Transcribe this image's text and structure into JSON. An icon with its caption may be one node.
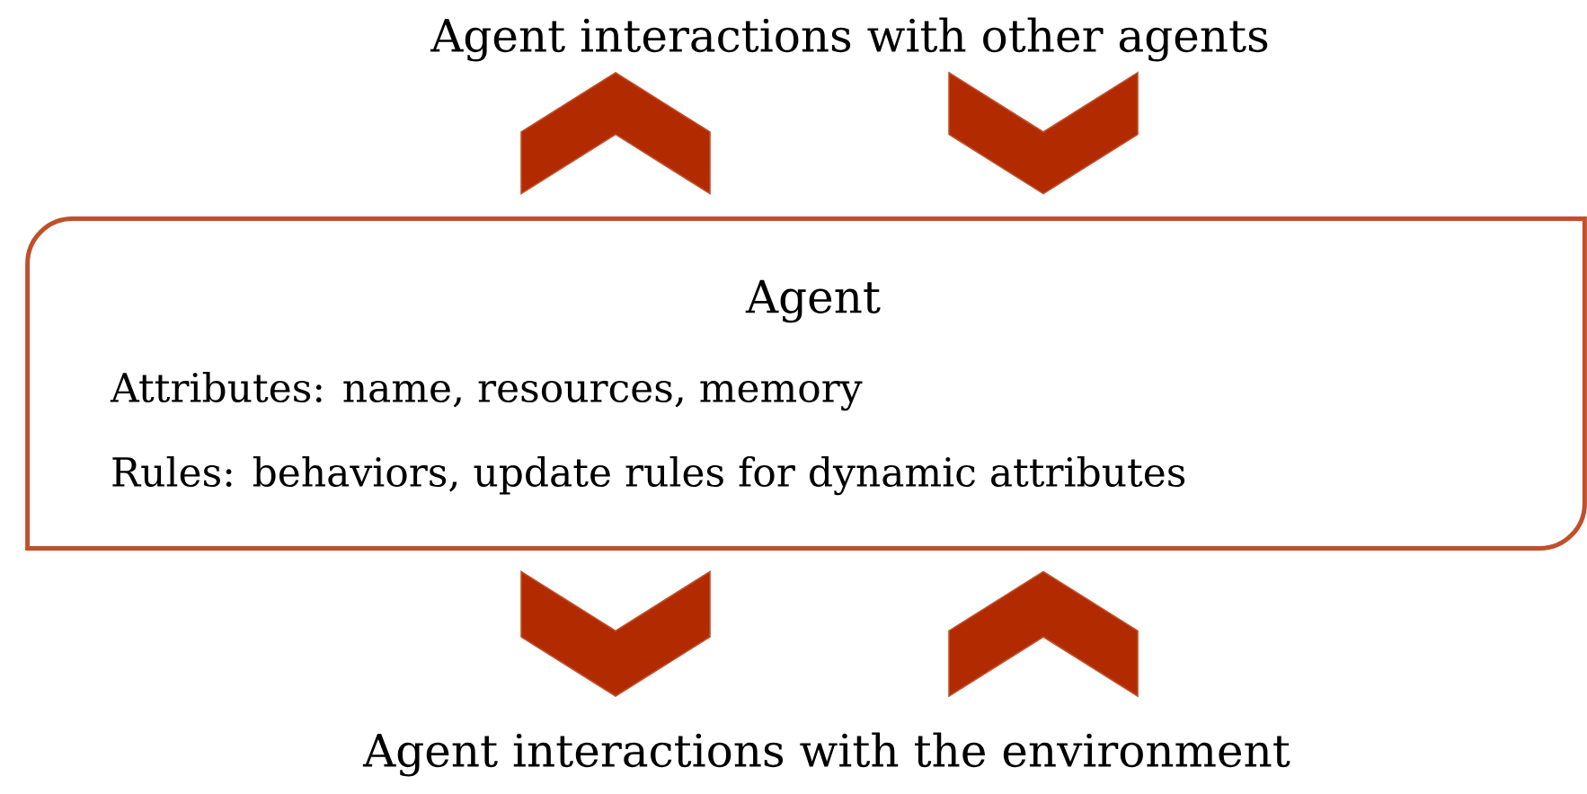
{
  "diagram": {
    "nodes": [
      {
        "text": [
          "Agent interactions with other agents"
        ]
      },
      {
        "text": [
          "Agent",
          "Attributes: name, resources, memory",
          "Rules: behaviors, update rules for dynamic attributes"
        ]
      },
      {
        "text": [
          "Agent interactions with the environment"
        ]
      }
    ],
    "edges": [
      {
        "from": 1,
        "to": 0,
        "arrow": "to"
      },
      {
        "from": 0,
        "to": 1,
        "arrow": "to"
      },
      {
        "from": 1,
        "to": 2,
        "arrow": "to"
      },
      {
        "from": 2,
        "to": 1,
        "arrow": "to"
      }
    ]
  }
}
